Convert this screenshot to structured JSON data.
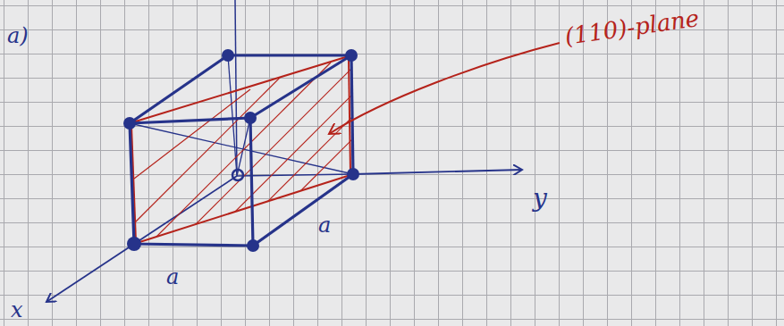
{
  "diagram": {
    "labels": [
      "a)",
      "(110)-plane",
      "y",
      "x",
      "a",
      "a"
    ]
  }
}
